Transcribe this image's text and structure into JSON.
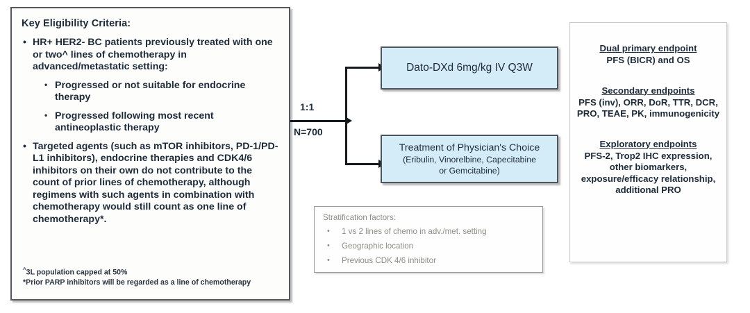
{
  "eligibility": {
    "title": "Key Eligibility Criteria:",
    "criteria": [
      {
        "text": "HR+ HER2- BC patients previously treated with one or two^ lines of chemotherapy in advanced/metastatic setting:",
        "sub": [
          "Progressed or not suitable for endocrine therapy",
          "Progressed following most recent antineoplastic therapy"
        ]
      },
      {
        "text": "Targeted agents (such as mTOR inhibitors, PD-1/PD-L1 inhibitors), endocrine therapies and CDK4/6 inhibitors on their own do not contribute to the count of prior lines of chemotherapy, although regimens with such agents in combination with chemotherapy would still count as one line of chemotherapy*.",
        "sub": []
      }
    ],
    "footnote_caret_mark": "^",
    "footnote_caret": "3L population capped at 50%",
    "footnote_star": "*Prior PARP inhibitors will be regarded as a line of chemotherapy"
  },
  "randomization": {
    "ratio": "1:1",
    "sample_size": "N=700"
  },
  "arms": {
    "experimental": {
      "title": "Dato-DXd 6mg/kg IV Q3W"
    },
    "comparator": {
      "title": "Treatment of Physician's Choice",
      "subtitle_line1": "(Eribulin, Vinorelbine, Capecitabine",
      "subtitle_line2": "or Gemcitabine)"
    }
  },
  "stratification": {
    "title": "Stratification factors:",
    "items": [
      "1 vs 2 lines of chemo in adv./met. setting",
      "Geographic location",
      "Previous CDK 4/6 inhibitor"
    ]
  },
  "endpoints": [
    {
      "heading": "Dual primary endpoint",
      "body": "PFS (BICR) and OS"
    },
    {
      "heading": "Secondary endpoints",
      "body": "PFS (inv), ORR, DoR, TTR, DCR, PRO, TEAE, PK, immunogenicity"
    },
    {
      "heading": "Exploratory endpoints",
      "body": "PFS-2, Trop2 IHC expression, other biomarkers, exposure/efficacy relationship, additional PRO"
    }
  ],
  "colors": {
    "arm_fill": "#d4ecf7",
    "arm_border": "#4d545c",
    "panel_border": "#54585d",
    "text": "#1d2b3a",
    "muted_text": "#8d8d86"
  },
  "bullet_glyph": "•"
}
